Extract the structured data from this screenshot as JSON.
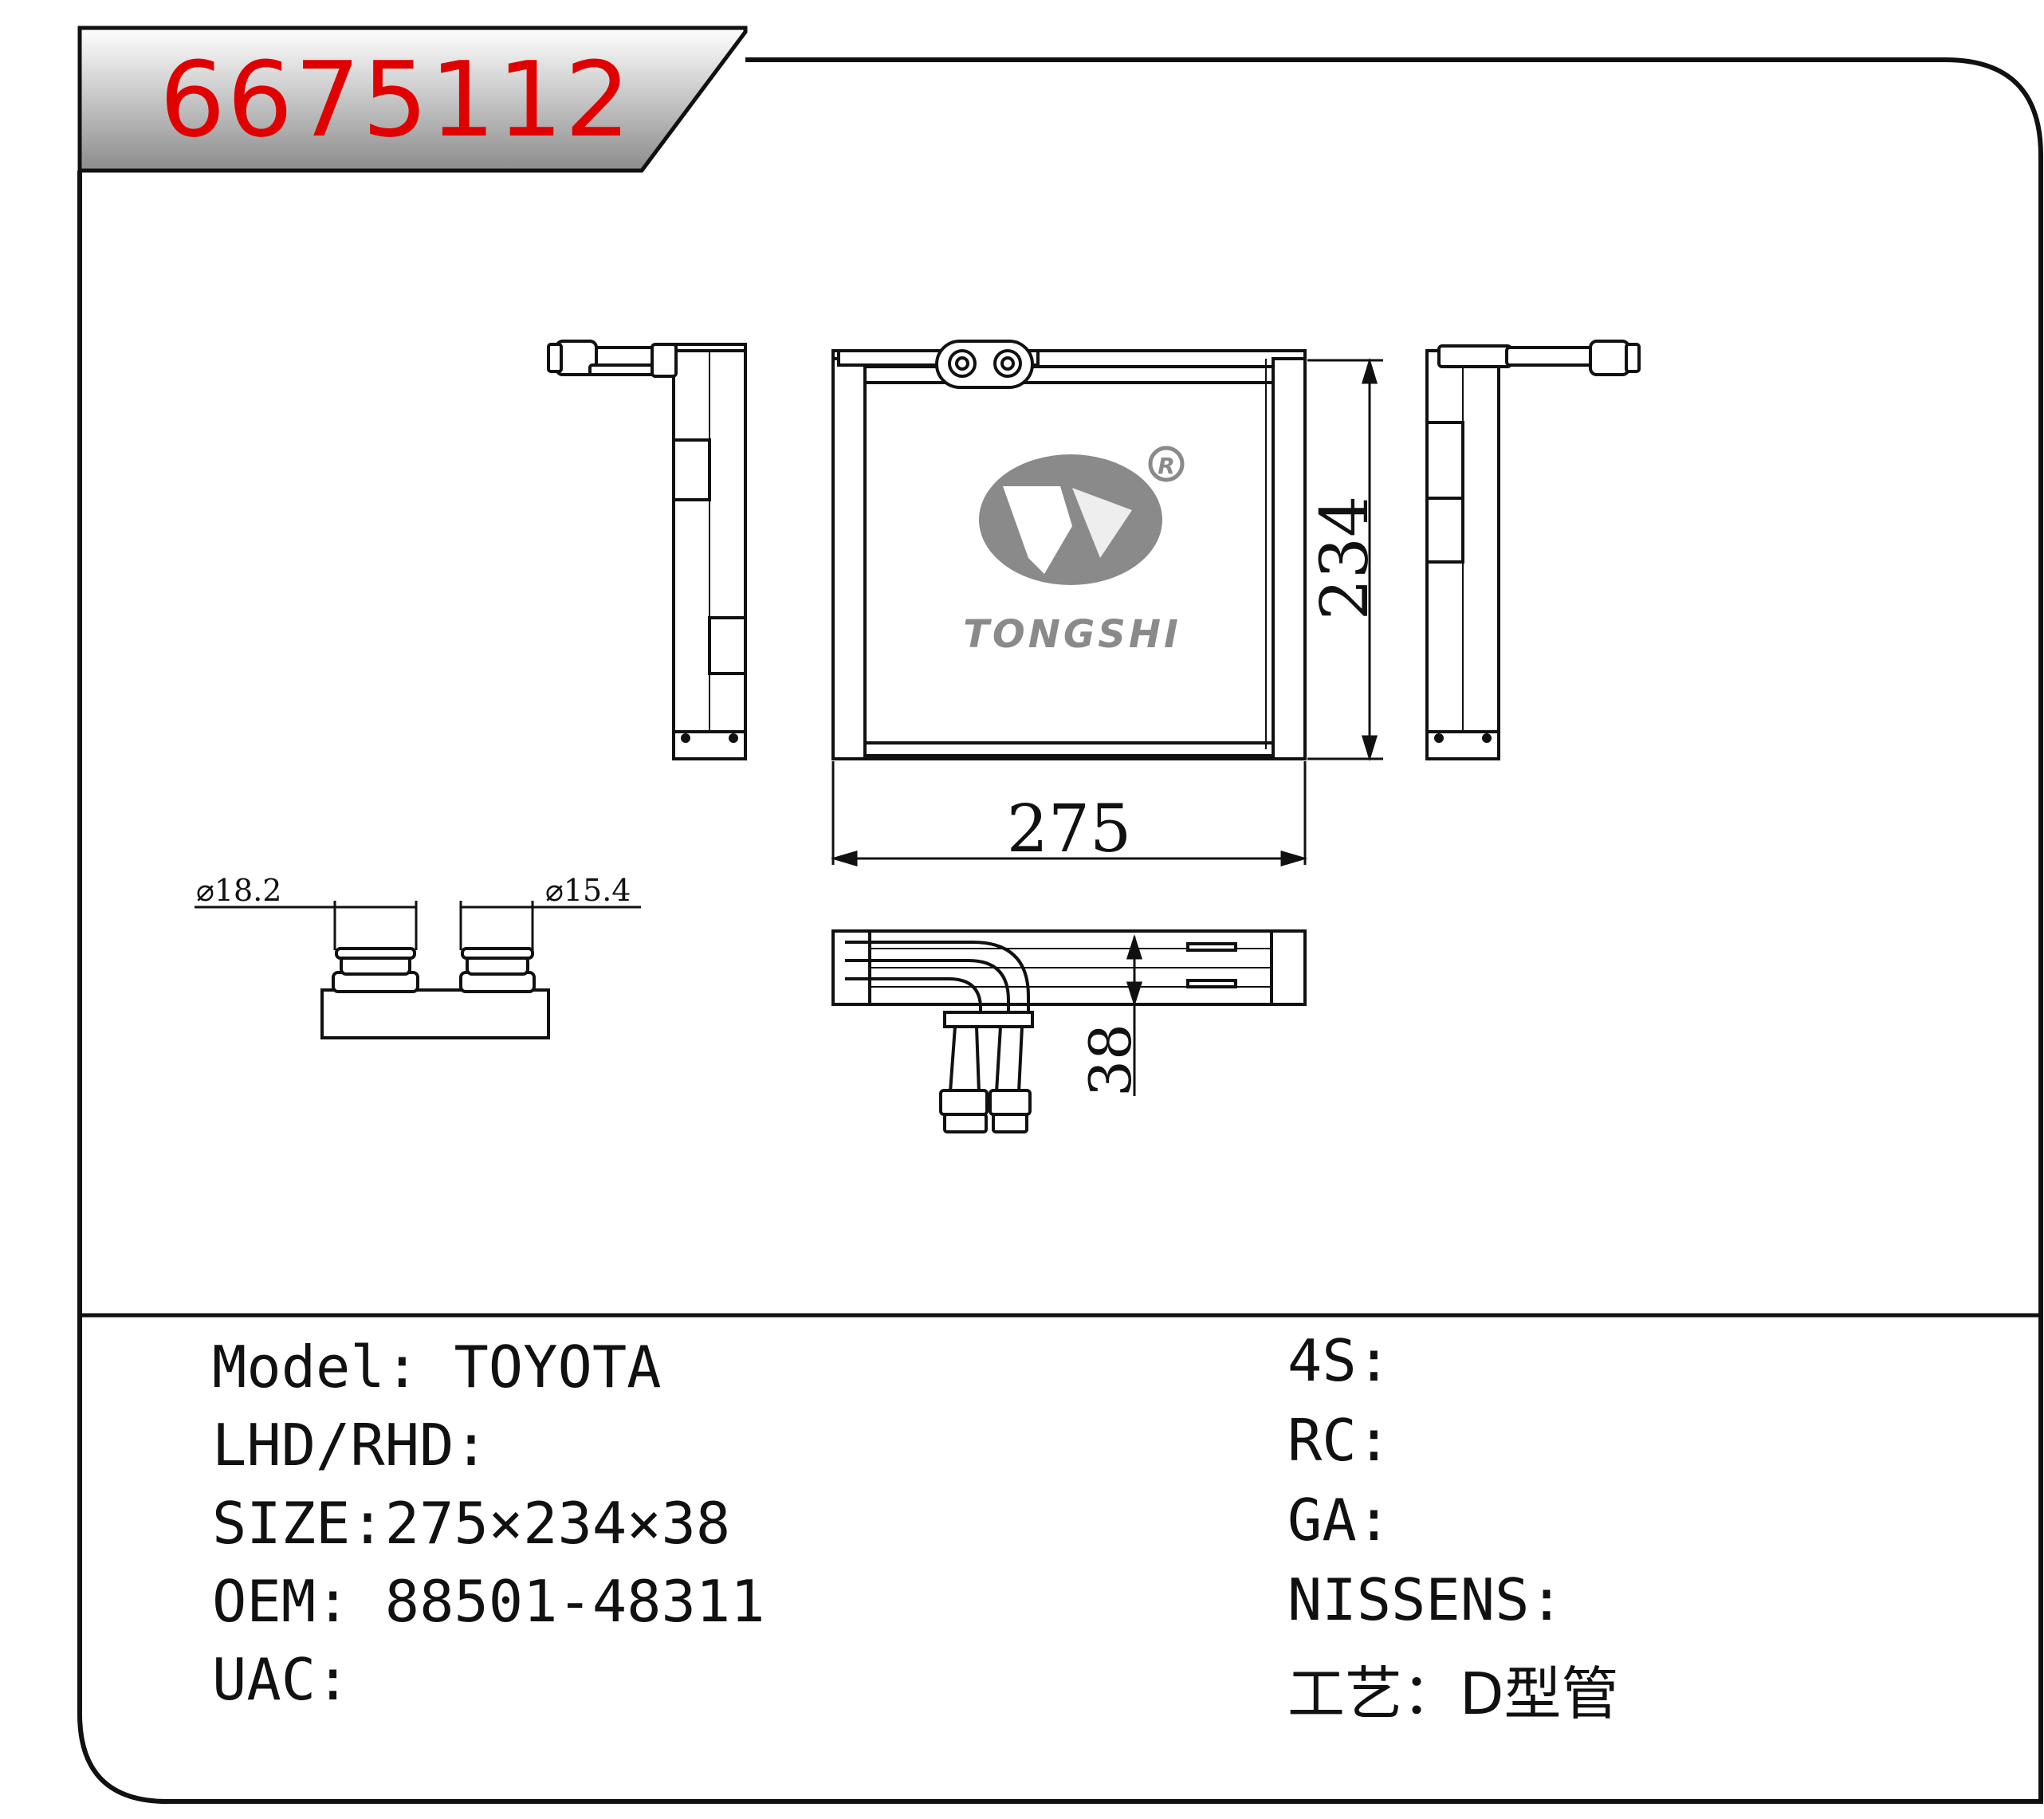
{
  "part_number": "6675112",
  "brand": {
    "name": "TONGSHI",
    "registered_mark": "R"
  },
  "dimensions": {
    "width": "275",
    "height": "234",
    "depth": "38",
    "inlet_diameter": "⌀18.2",
    "outlet_diameter": "⌀15.4"
  },
  "specs_left": [
    {
      "label": "Model: ",
      "value": "TOYOTA"
    },
    {
      "label": "LHD/RHD:",
      "value": ""
    },
    {
      "label": "SIZE:",
      "value": "275×234×38"
    },
    {
      "label": "OEM: ",
      "value": "88501-48311"
    },
    {
      "label": "UAC:",
      "value": ""
    }
  ],
  "specs_right": [
    {
      "label": "4S:",
      "value": ""
    },
    {
      "label": "RC:",
      "value": ""
    },
    {
      "label": "GA:",
      "value": ""
    },
    {
      "label": "NISSENS:",
      "value": ""
    },
    {
      "label": "工艺：",
      "value": "D型管"
    }
  ],
  "colors": {
    "part_number": "#e00000",
    "tab_fill_top": "#ffffff",
    "tab_fill_bottom": "#8c8c8c",
    "logo_gray": "#8a8a8a",
    "line": "#111111"
  }
}
